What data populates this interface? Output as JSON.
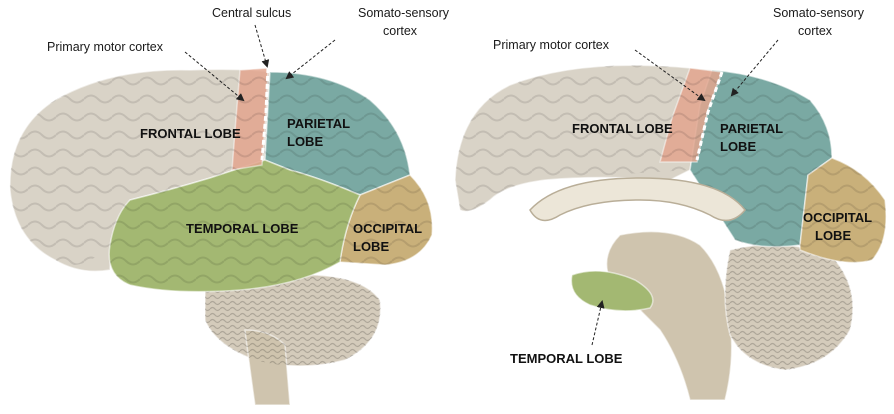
{
  "colors": {
    "frontal": "#d9d3c7",
    "parietal": "#7aa9a3",
    "temporal": "#a3b872",
    "occipital": "#c9b07a",
    "motor": "#e3a68f",
    "cerebellum": "#d4cbbb",
    "stem": "#cfc4ae",
    "arrow": "#222222"
  },
  "lateral_view": {
    "callouts": {
      "central_sulcus": "Central sulcus",
      "somato_sensory": [
        "Somato-sensory",
        "cortex"
      ],
      "primary_motor": "Primary motor cortex"
    },
    "lobes": {
      "frontal": "FRONTAL LOBE",
      "parietal": [
        "PARIETAL",
        "LOBE"
      ],
      "temporal": "TEMPORAL LOBE",
      "occipital": [
        "OCCIPITAL",
        "LOBE"
      ]
    }
  },
  "medial_view": {
    "callouts": {
      "somato_sensory": [
        "Somato-sensory",
        "cortex"
      ],
      "primary_motor": "Primary motor cortex",
      "temporal": "TEMPORAL LOBE"
    },
    "lobes": {
      "frontal": "FRONTAL LOBE",
      "parietal": [
        "PARIETAL",
        "LOBE"
      ],
      "occipital": [
        "OCCIPITAL",
        "LOBE"
      ]
    }
  }
}
